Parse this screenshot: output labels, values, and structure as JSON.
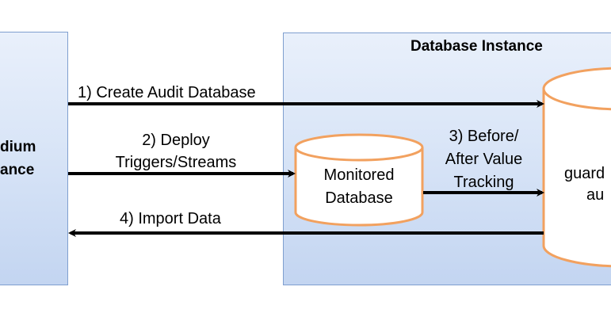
{
  "left_instance": {
    "title_line1": "dium",
    "title_line2": "ance"
  },
  "database_instance": {
    "title": "Database Instance"
  },
  "monitored_db": {
    "line1": "Monitored",
    "line2": "Database"
  },
  "audit_db": {
    "line1": "guard",
    "line2": "au"
  },
  "steps": {
    "step1": "1) Create Audit Database",
    "step2_line1": "2) Deploy",
    "step2_line2": "Triggers/Streams",
    "step3_line1": "3) Before/",
    "step3_line2": "After Value",
    "step3_line3": "Tracking",
    "step4": "4) Import Data"
  },
  "colors": {
    "panel_border": "#7f9fcf",
    "cylinder_stroke": "#f2a15f",
    "arrow": "#000000"
  }
}
